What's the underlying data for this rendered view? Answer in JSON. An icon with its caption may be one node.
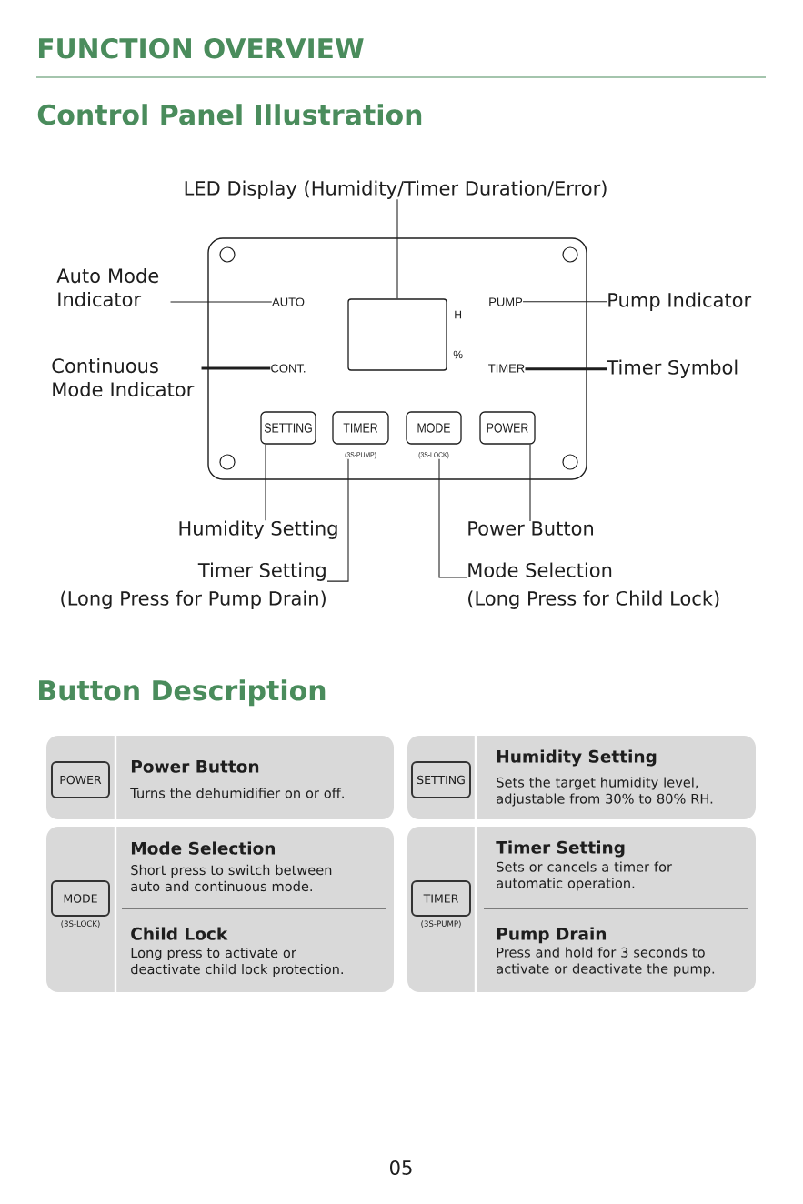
{
  "diagram": {
    "title": "FUNCTION OVERVIEW",
    "nodes": [
      {
        "text": [
          "LED Display (Humidity/Timer Duration/Error)"
        ]
      },
      {
        "text": [],
        "shape": "box"
      },
      {
        "text": [
          "Auto Mode Indicator"
        ]
      },
      {
        "text": [
          "AUTO"
        ],
        "in": 1
      },
      {
        "text": [],
        "shape": "box",
        "in": 1,
        "beside": [
          "H",
          "%"
        ]
      },
      {
        "text": [
          "PUMP"
        ],
        "in": 1
      },
      {
        "text": [
          "Pump Indicator"
        ]
      },
      {
        "text": [
          "Continuous Mode Indicator"
        ]
      },
      {
        "text": [
          "CONT."
        ],
        "in": 1
      },
      {
        "text": [
          "TIMER"
        ],
        "in": 1
      },
      {
        "text": [
          "Timer Symbol"
        ]
      },
      {
        "text": [
          "SETTING"
        ],
        "in": 1
      },
      {
        "text": [
          "TIMER"
        ],
        "in": 1,
        "beside": [
          "(3S-PUMP)"
        ]
      },
      {
        "text": [
          "MODE"
        ],
        "in": 1,
        "beside": [
          "(3S-LOCK)"
        ]
      },
      {
        "text": [
          "POWER"
        ],
        "in": 1
      },
      {
        "text": [
          "Humidity Setting"
        ]
      },
      {
        "text": [
          "Power Button"
        ]
      },
      {
        "text": [
          "Timer Setting",
          "(Long Press for Pump Drain)"
        ]
      },
      {
        "text": [
          "Mode Selection",
          "(Long Press for Child Lock)"
        ]
      },
      {
        "text": [
          "Power Button",
          "Turns the dehumidifier on or off."
        ]
      },
      {
        "text": [
          "POWER"
        ],
        "in": 19
      },
      {
        "text": [
          "Humidity Setting",
          "Sets the target humidity level, adjustable from 30% to 80% RH."
        ]
      },
      {
        "text": [
          "SETTING"
        ],
        "in": 21
      },
      {
        "text": [
          "Mode Selection",
          "Short press to switch between auto and continuous mode.",
          "Child Lock",
          "Long press to activate or deactivate child lock protection."
        ]
      },
      {
        "text": [
          "MODE"
        ],
        "in": 23,
        "beside": [
          "(3S-LOCK)"
        ]
      },
      {
        "text": [
          "Timer Setting",
          "Sets or cancels a timer for automatic operation.",
          "Pump Drain",
          "Press and hold for 3 seconds to activate or deactivate the pump."
        ]
      },
      {
        "text": [
          "TIMER"
        ],
        "in": 25,
        "beside": [
          "(3S-PUMP)"
        ]
      }
    ],
    "edges": [
      {
        "from": 0,
        "to": 4,
        "arrow": "none"
      },
      {
        "from": 2,
        "to": 3,
        "arrow": "none"
      },
      {
        "from": 6,
        "to": 5,
        "arrow": "none"
      },
      {
        "from": 7,
        "to": 8,
        "arrow": "none",
        "style": "thick"
      },
      {
        "from": 10,
        "to": 9,
        "arrow": "none",
        "style": "thick"
      },
      {
        "from": 15,
        "to": 11,
        "arrow": "none"
      },
      {
        "from": 16,
        "to": 14,
        "arrow": "none"
      },
      {
        "from": 17,
        "to": 12,
        "arrow": "none"
      },
      {
        "from": 18,
        "to": 13,
        "arrow": "none"
      }
    ],
    "labels": [
      "Control Panel Illustration",
      "Button Description",
      "05"
    ]
  }
}
